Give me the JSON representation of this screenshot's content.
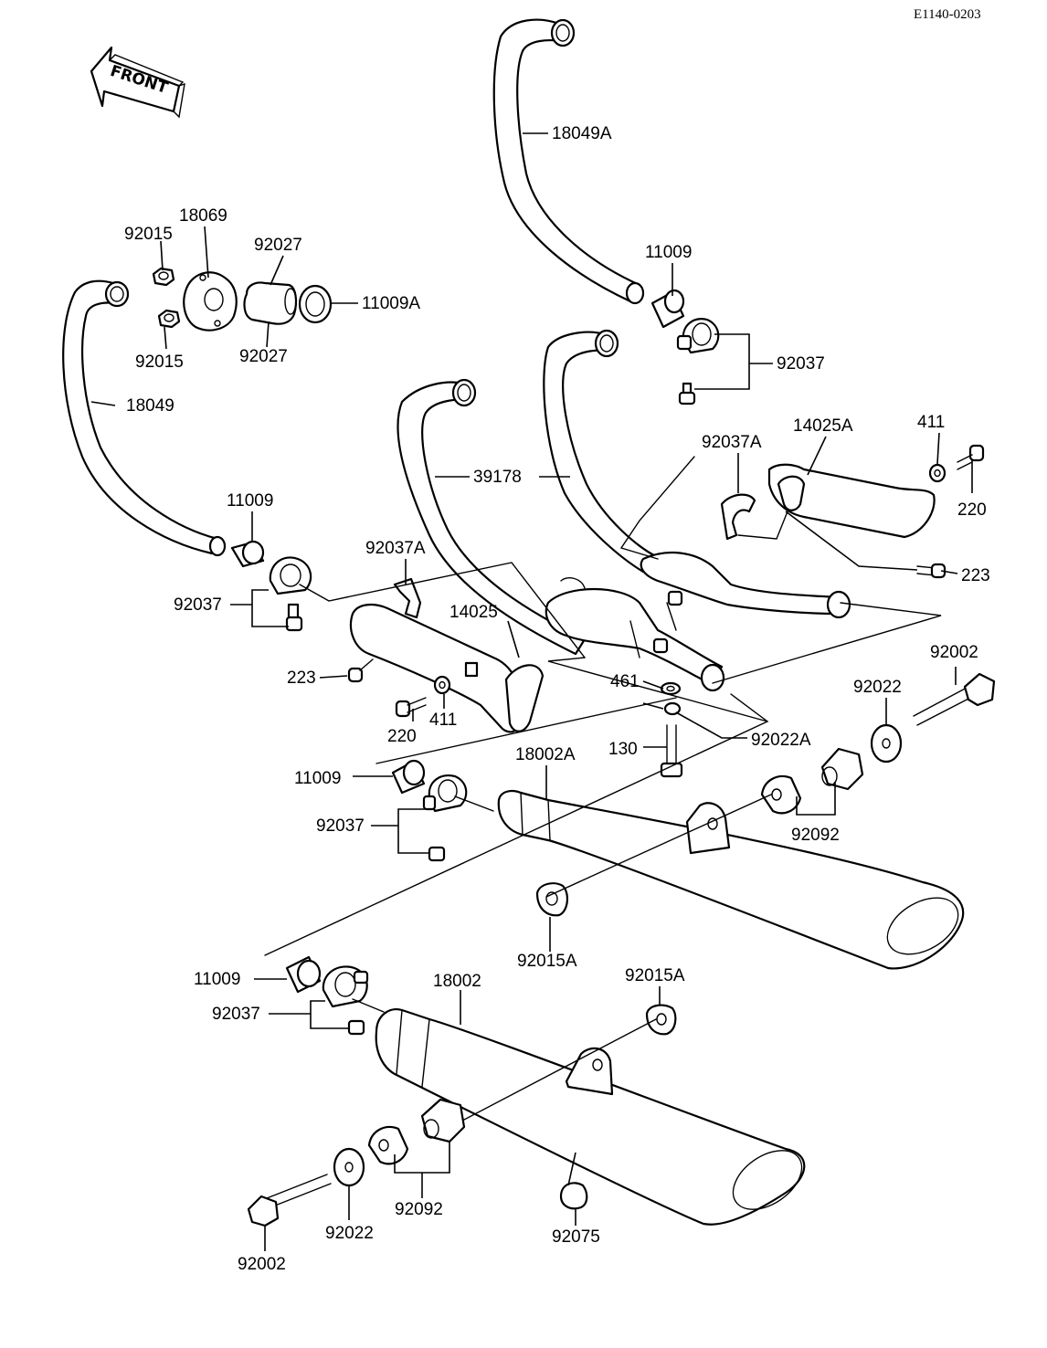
{
  "doc_code": "E1140-0203",
  "front_label": "FRONT",
  "labels": {
    "p18049A": "18049A",
    "p11009_top": "11009",
    "p92037_top": "92037",
    "p18069": "18069",
    "p92015_a": "92015",
    "p92015_b": "92015",
    "p92027_a": "92027",
    "p92027_b": "92027",
    "p11009A": "11009A",
    "p18049": "18049",
    "p39178": "39178",
    "p92037A_right": "92037A",
    "p14025A": "14025A",
    "p411_right": "411",
    "p220_right": "220",
    "p223_right": "223",
    "p11009_left": "11009",
    "p92037A_mid": "92037A",
    "p92037_left": "92037",
    "p14025": "14025",
    "p223_left": "223",
    "p220_left": "220",
    "p411_left": "411",
    "p461": "461",
    "p92022A": "92022A",
    "p130": "130",
    "p92002_right": "92002",
    "p92022_right": "92022",
    "p11009_mid": "11009",
    "p18002A": "18002A",
    "p92037_mid": "92037",
    "p92092_right": "92092",
    "p92015A_mid": "92015A",
    "p11009_low": "11009",
    "p18002": "18002",
    "p92015A_low": "92015A",
    "p92037_low": "92037",
    "p92092_low": "92092",
    "p92022_low": "92022",
    "p92002_low": "92002",
    "p92075": "92075"
  }
}
